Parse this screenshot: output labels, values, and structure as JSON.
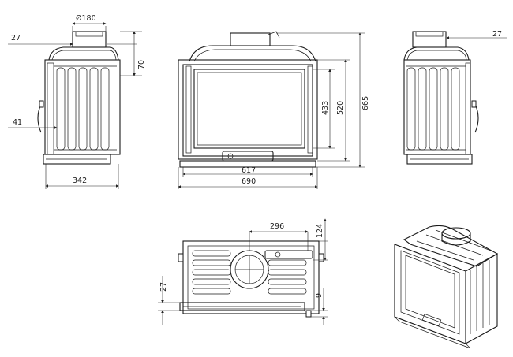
{
  "dimensions": {
    "side_left": {
      "flue_diameter": "Ø180",
      "top_offset": "27",
      "top_height": "70",
      "handle_offset": "41",
      "depth": "342"
    },
    "front": {
      "glass_height": "433",
      "opening_height": "520",
      "total_height": "665",
      "opening_width": "617",
      "total_width": "690"
    },
    "side_right": {
      "top_offset": "27"
    },
    "top_view": {
      "flue_offset": "296",
      "depth_top": "124",
      "front_offset": "27",
      "bottom_offset": "9"
    }
  }
}
